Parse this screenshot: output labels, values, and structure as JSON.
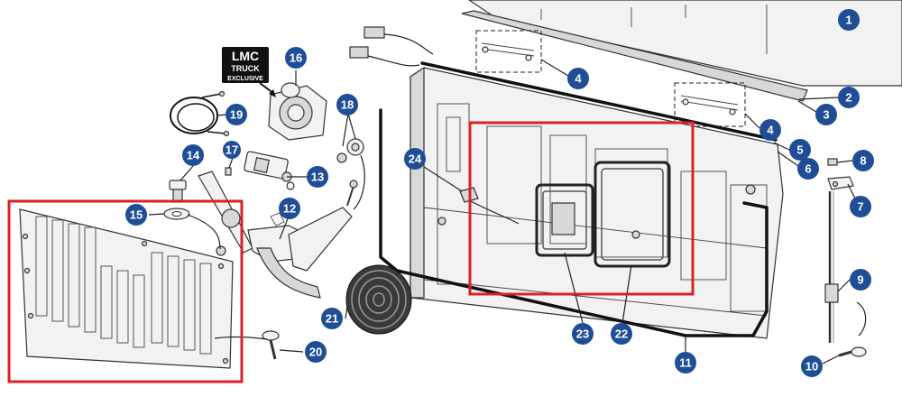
{
  "badge": {
    "line1": "LMC",
    "line2": "TRUCK",
    "line3": "EXCLUSIVE"
  },
  "callouts": [
    "1",
    "2",
    "3",
    "4",
    "4",
    "5",
    "6",
    "7",
    "8",
    "9",
    "10",
    "11",
    "12",
    "13",
    "14",
    "15",
    "16",
    "17",
    "18",
    "19",
    "20",
    "21",
    "22",
    "23",
    "24"
  ],
  "colors": {
    "callout": "#1f4e96",
    "highlight": "#d92128"
  }
}
